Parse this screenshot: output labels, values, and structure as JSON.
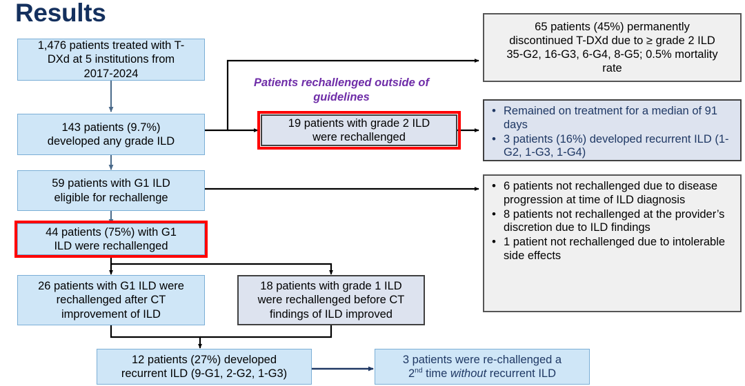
{
  "page": {
    "title": "Results",
    "caption_purple": "Patients rechallenged outside of guidelines"
  },
  "colors": {
    "title_navy": "#14305e",
    "box_blue_fill": "#cfe6f7",
    "box_blue_border": "#7aaed6",
    "box_lavender_fill": "#dde3ef",
    "box_gray_fill": "#f0f0f0",
    "highlight_red": "#ff0000",
    "caption_purple": "#6f2da8",
    "navy_text": "#1f3864"
  },
  "flow": {
    "box_cohort": {
      "lines": [
        "1,476 patients treated with T-",
        "DXd at 5 institutions from",
        "2017-2024"
      ],
      "style": "blue"
    },
    "box_any_ild": {
      "lines": [
        "143 patients (9.7%)",
        "developed any grade ILD"
      ],
      "style": "blue"
    },
    "box_g1_eligible": {
      "lines": [
        "59 patients with G1 ILD",
        "eligible for rechallenge"
      ],
      "style": "blue"
    },
    "box_g1_rechallenged": {
      "lines": [
        "44 patients (75%) with G1",
        "ILD were rechallenged"
      ],
      "style": "blue",
      "highlight": "red"
    },
    "box_after_ct": {
      "lines": [
        "26 patients with G1 ILD were",
        "rechallenged after CT",
        "improvement of ILD"
      ],
      "style": "blue"
    },
    "box_before_ct": {
      "lines": [
        "18 patients with grade 1 ILD",
        "were rechallenged before CT",
        "findings of ILD improved"
      ],
      "style": "lavender"
    },
    "box_recurrent": {
      "lines": [
        "12 patients (27%) developed",
        "recurrent ILD (9-G1, 2-G2, 1-G3)"
      ],
      "style": "blue"
    },
    "box_second_rechallenge": {
      "line1": "3 patients were re-challenged a",
      "line2_pre": "2",
      "line2_sup": "nd",
      "line2_mid": " time ",
      "line2_italic": "without",
      "line2_post": " recurrent ILD",
      "style": "blue-navy-text"
    },
    "box_grade2_rechallenged": {
      "lines": [
        "19 patients with grade 2 ILD",
        "were rechallenged"
      ],
      "style": "lavender",
      "highlight": "red"
    },
    "box_discontinued": {
      "lines": [
        "65 patients (45%) permanently",
        "discontinued T-DXd due to ≥ grade 2 ILD",
        "35-G2, 16-G3, 6-G4, 8-G5; 0.5% mortality",
        "rate"
      ],
      "style": "gray"
    },
    "box_grade2_outcomes": {
      "style": "lavender-navy-text",
      "bullets": [
        "Remained on treatment for a median of 91 days",
        "3 patients (16%) developed recurrent ILD (1-G2, 1-G3, 1-G4)"
      ]
    },
    "box_not_rechallenged": {
      "style": "gray",
      "bullets": [
        "6 patients not rechallenged due to disease progression at time of ILD diagnosis",
        "8 patients not rechallenged at the provider’s discretion due to ILD findings",
        "1 patient not rechallenged due to intolerable side effects"
      ]
    }
  }
}
